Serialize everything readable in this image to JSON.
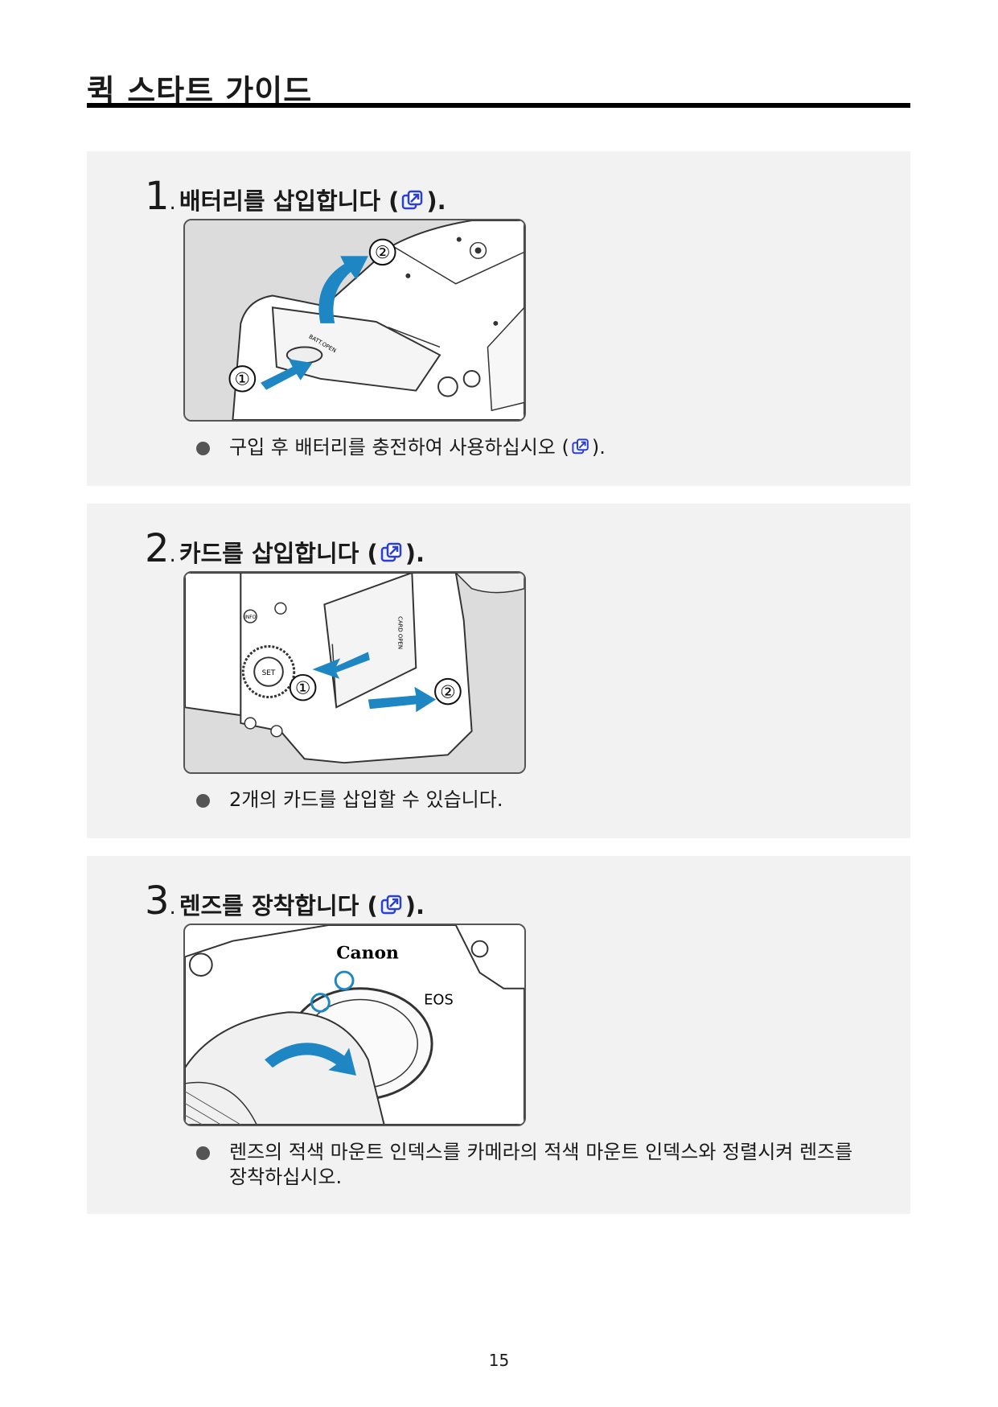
{
  "header": {
    "title": "퀵 스타트 가이드"
  },
  "steps": [
    {
      "number": "1",
      "title": "배터리를 삽입합니다",
      "ref_open": "(",
      "ref_close": ").",
      "note_before": "구입 후 배터리를 충전하여 사용하십시오 (",
      "note_after": ").",
      "figure_labels": {
        "mark1": "①",
        "mark2": "②",
        "engraving": "BATT.OPEN"
      }
    },
    {
      "number": "2",
      "title": "카드를 삽입합니다",
      "ref_open": "(",
      "ref_close": ").",
      "note": "2개의 카드를 삽입할 수 있습니다.",
      "figure_labels": {
        "mark1": "①",
        "mark2": "②",
        "engraving": "CARD OPEN",
        "set": "SET",
        "info": "INFO"
      }
    },
    {
      "number": "3",
      "title": "렌즈를 장착합니다",
      "ref_open": "(",
      "ref_close": ").",
      "note": "렌즈의 적색 마운트 인덱스를 카메라의 적색 마운트 인덱스와 정렬시켜 렌즈를 장착하십시오.",
      "figure_labels": {
        "brand": "Canon",
        "model": "EOS"
      }
    }
  ],
  "footer": {
    "page_number": "15"
  },
  "colors": {
    "arrow": "#1f86c4",
    "panel": "#f2f2f2",
    "link_icon": "#2a3fd6"
  },
  "icons": [
    "cross-reference-icon",
    "bullet-icon"
  ]
}
